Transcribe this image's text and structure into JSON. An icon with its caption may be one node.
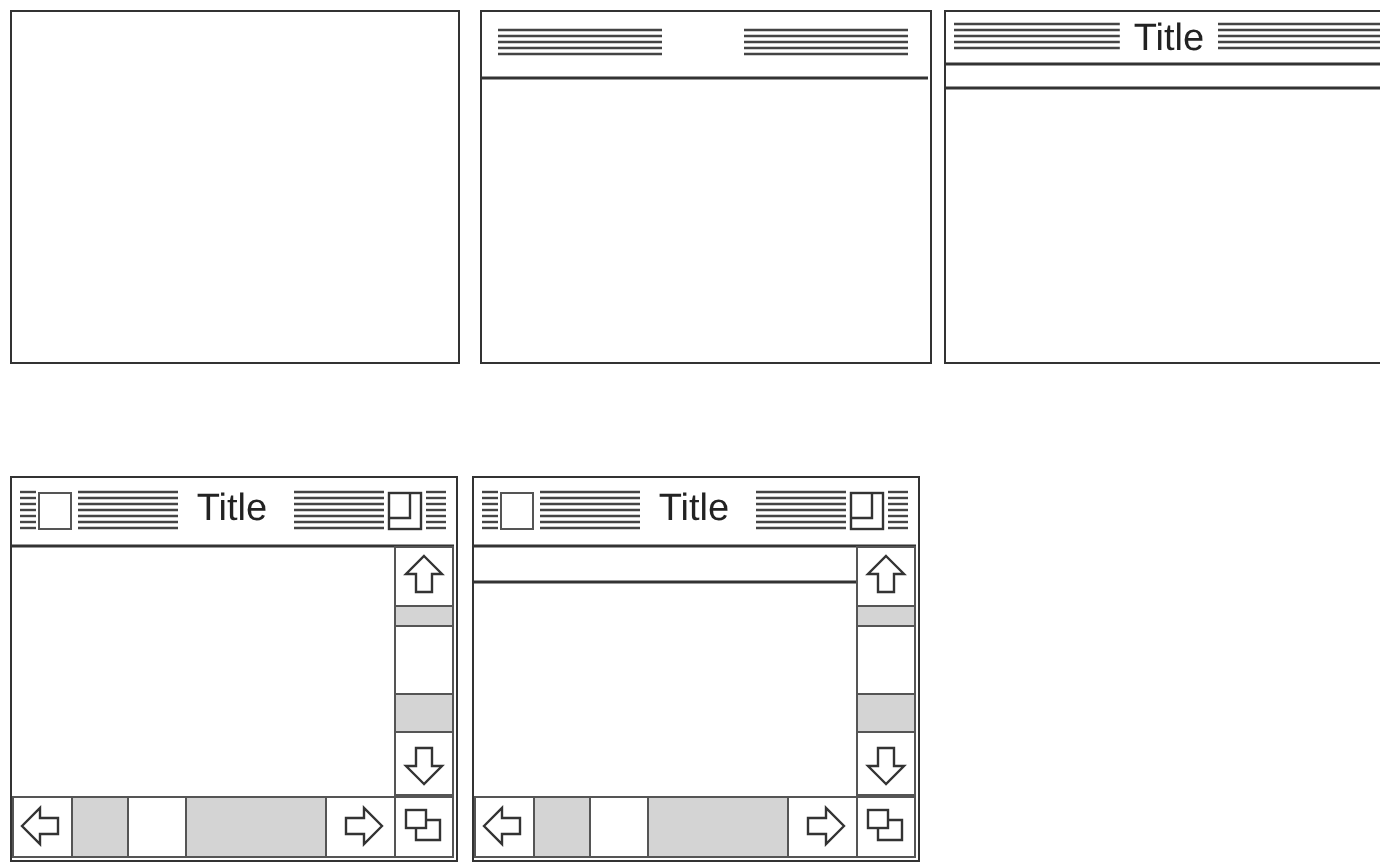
{
  "diagram": {
    "nodes": [
      {
        "text": [],
        "shape": "box"
      },
      {
        "text": [],
        "shape": "box"
      },
      {
        "text": [
          "Title"
        ]
      },
      {
        "text": [
          "Title"
        ]
      },
      {
        "text": [
          "Title"
        ]
      }
    ]
  }
}
